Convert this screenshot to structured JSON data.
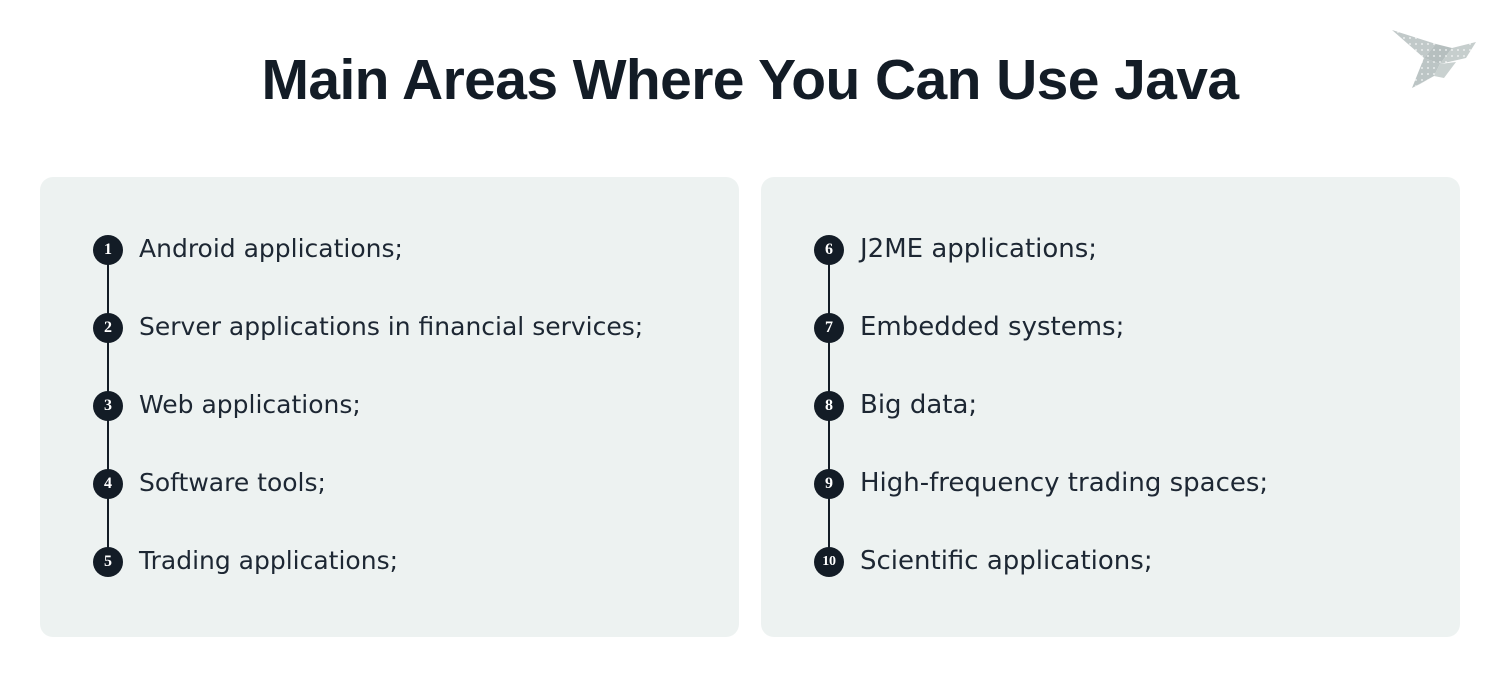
{
  "header": {
    "title": "Main Areas Where You Can Use Java",
    "logo_name": "origami-bird-logo"
  },
  "colors": {
    "page_background": "#ffffff",
    "card_background": "#edf2f1",
    "title_text": "#131c26",
    "badge_background": "#131c26",
    "badge_text": "#ffffff",
    "item_text": "#1d2733",
    "connector_line": "#131c26",
    "logo_grey": "#b9c2c2"
  },
  "columns": [
    {
      "name": "left-column",
      "items": [
        {
          "number": "1",
          "label": "Android applications;"
        },
        {
          "number": "2",
          "label": "Server applications in financial services;"
        },
        {
          "number": "3",
          "label": "Web applications;"
        },
        {
          "number": "4",
          "label": "Software tools;"
        },
        {
          "number": "5",
          "label": "Trading applications;"
        }
      ]
    },
    {
      "name": "right-column",
      "items": [
        {
          "number": "6",
          "label": "J2ME applications;"
        },
        {
          "number": "7",
          "label": "Embedded systems;"
        },
        {
          "number": "8",
          "label": "Big data;"
        },
        {
          "number": "9",
          "label": "High-frequency trading spaces;"
        },
        {
          "number": "10",
          "label": "Scientific applications;"
        }
      ]
    }
  ]
}
